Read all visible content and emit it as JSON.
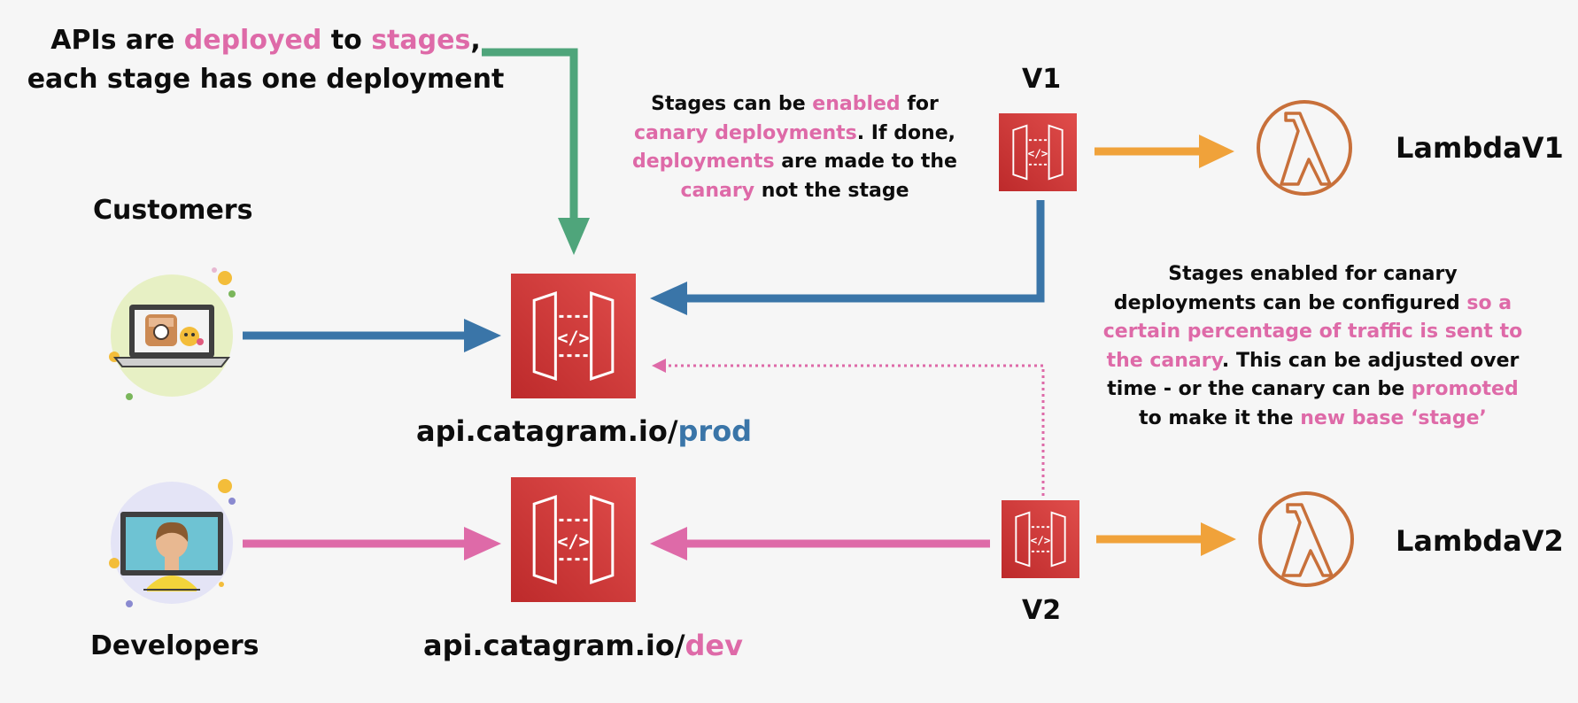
{
  "headline": {
    "line1": [
      {
        "text": "APIs are ",
        "color": "default"
      },
      {
        "text": "deployed",
        "color": "pink"
      },
      {
        "text": " to ",
        "color": "default"
      },
      {
        "text": "stages",
        "color": "pink"
      },
      {
        "text": ",",
        "color": "default"
      }
    ],
    "line2": "each stage has one deployment"
  },
  "note_canary": {
    "line1": [
      {
        "text": "Stages can be ",
        "color": "default"
      },
      {
        "text": "enabled",
        "color": "pink"
      },
      {
        "text": " for",
        "color": "default"
      }
    ],
    "line2": [
      {
        "text": "canary deployments",
        "color": "pink"
      },
      {
        "text": ". If done,",
        "color": "default"
      }
    ],
    "line3": [
      {
        "text": "deployments",
        "color": "pink"
      },
      {
        "text": " are made to the",
        "color": "default"
      }
    ],
    "line4": [
      {
        "text": "canary",
        "color": "pink"
      },
      {
        "text": " not the stage",
        "color": "default"
      }
    ]
  },
  "note_traffic": {
    "line1": [
      {
        "text": "Stages enabled for canary",
        "color": "default"
      }
    ],
    "line2": [
      {
        "text": "deployments can be configured ",
        "color": "default"
      },
      {
        "text": "so a",
        "color": "pink"
      }
    ],
    "line3": [
      {
        "text": "certain percentage of traffic is sent to",
        "color": "pink"
      }
    ],
    "line4": [
      {
        "text": "the canary",
        "color": "pink"
      },
      {
        "text": ". This can be adjusted over",
        "color": "default"
      }
    ],
    "line5": [
      {
        "text": "time - or the canary can be ",
        "color": "default"
      },
      {
        "text": "promoted",
        "color": "pink"
      }
    ],
    "line6": [
      {
        "text": "to make it the ",
        "color": "default"
      },
      {
        "text": "new base ‘stage’",
        "color": "pink"
      }
    ]
  },
  "labels": {
    "customers": "Customers",
    "developers": "Developers",
    "v1": "V1",
    "v2": "V2",
    "lambda_v1": "LambdaV1",
    "lambda_v2": "LambdaV2",
    "api_prod_base": "api.catagram.io/",
    "api_prod_stage": "prod",
    "api_dev_base": "api.catagram.io/",
    "api_dev_stage": "dev"
  },
  "colors": {
    "pink": "#de6aa8",
    "blue": "#3a75a8",
    "green": "#4fa57b",
    "orange": "#f0a23a",
    "api_red": "#c8302f",
    "lambda": "#c8703a"
  },
  "icons": {
    "api_gateway": "api-gateway-icon",
    "lambda": "lambda-icon",
    "customer": "laptop-cat-icon",
    "developer": "developer-monitor-icon"
  }
}
